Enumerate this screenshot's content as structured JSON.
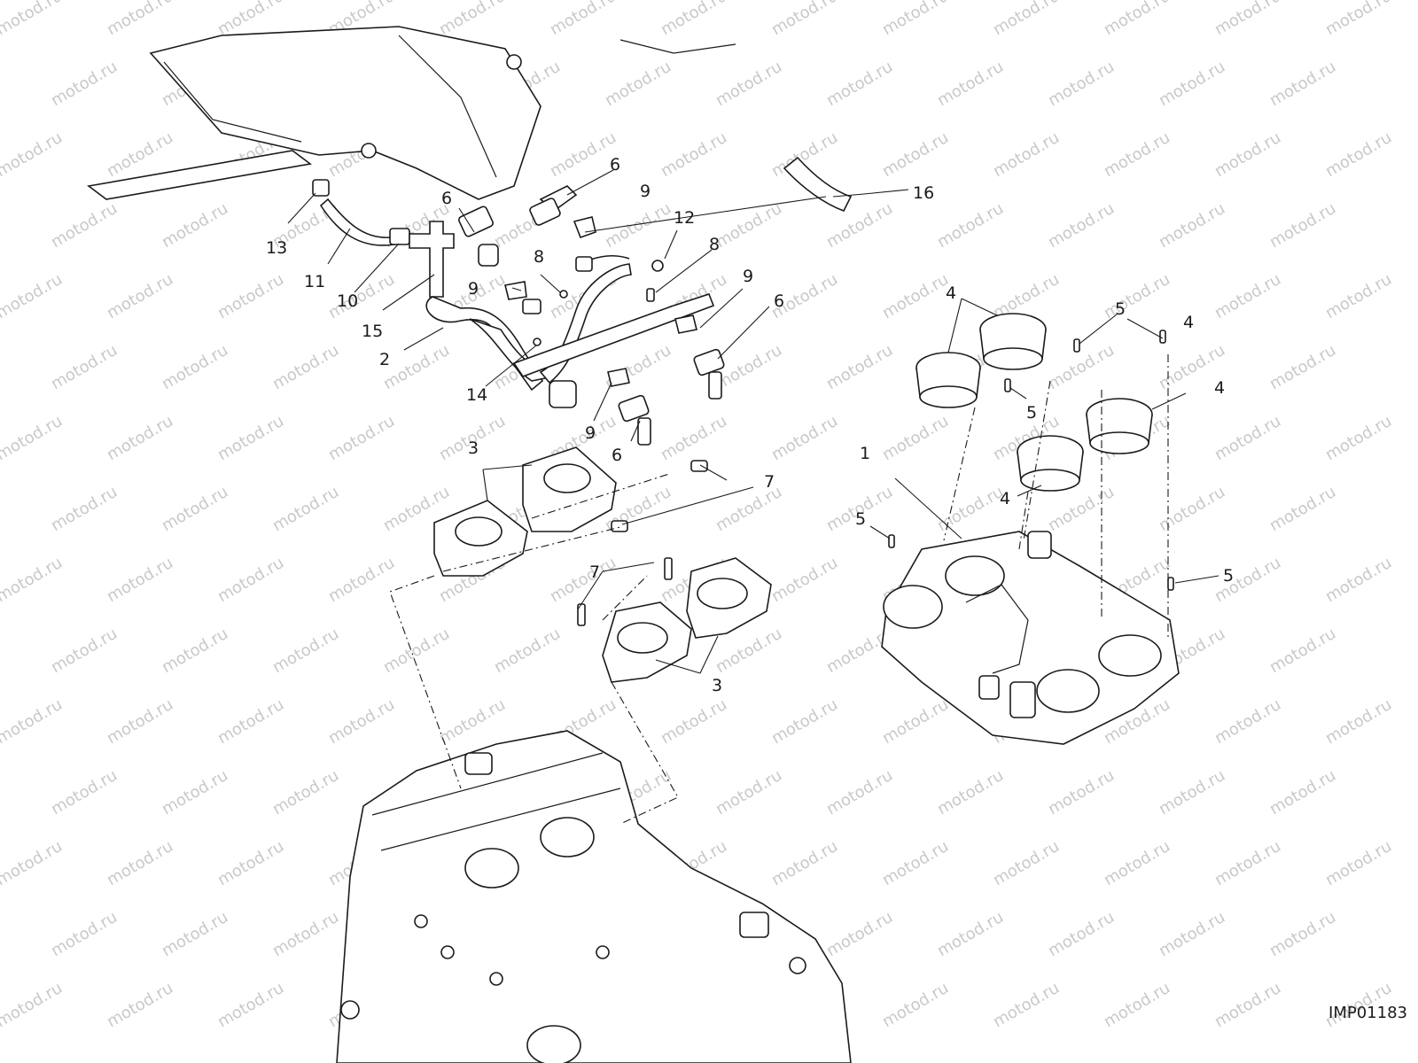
{
  "watermark": {
    "text": "motod.ru",
    "color": "#c9c9c9"
  },
  "image_code": "IMP01183",
  "callouts": [
    {
      "n": "1"
    },
    {
      "n": "2"
    },
    {
      "n": "3"
    },
    {
      "n": "3"
    },
    {
      "n": "4"
    },
    {
      "n": "4"
    },
    {
      "n": "4"
    },
    {
      "n": "4"
    },
    {
      "n": "5"
    },
    {
      "n": "5"
    },
    {
      "n": "5"
    },
    {
      "n": "5"
    },
    {
      "n": "6"
    },
    {
      "n": "6"
    },
    {
      "n": "6"
    },
    {
      "n": "6"
    },
    {
      "n": "7"
    },
    {
      "n": "7"
    },
    {
      "n": "8"
    },
    {
      "n": "8"
    },
    {
      "n": "9"
    },
    {
      "n": "9"
    },
    {
      "n": "9"
    },
    {
      "n": "9"
    },
    {
      "n": "10"
    },
    {
      "n": "11"
    },
    {
      "n": "12"
    },
    {
      "n": "13"
    },
    {
      "n": "14"
    },
    {
      "n": "15"
    },
    {
      "n": "16"
    }
  ]
}
